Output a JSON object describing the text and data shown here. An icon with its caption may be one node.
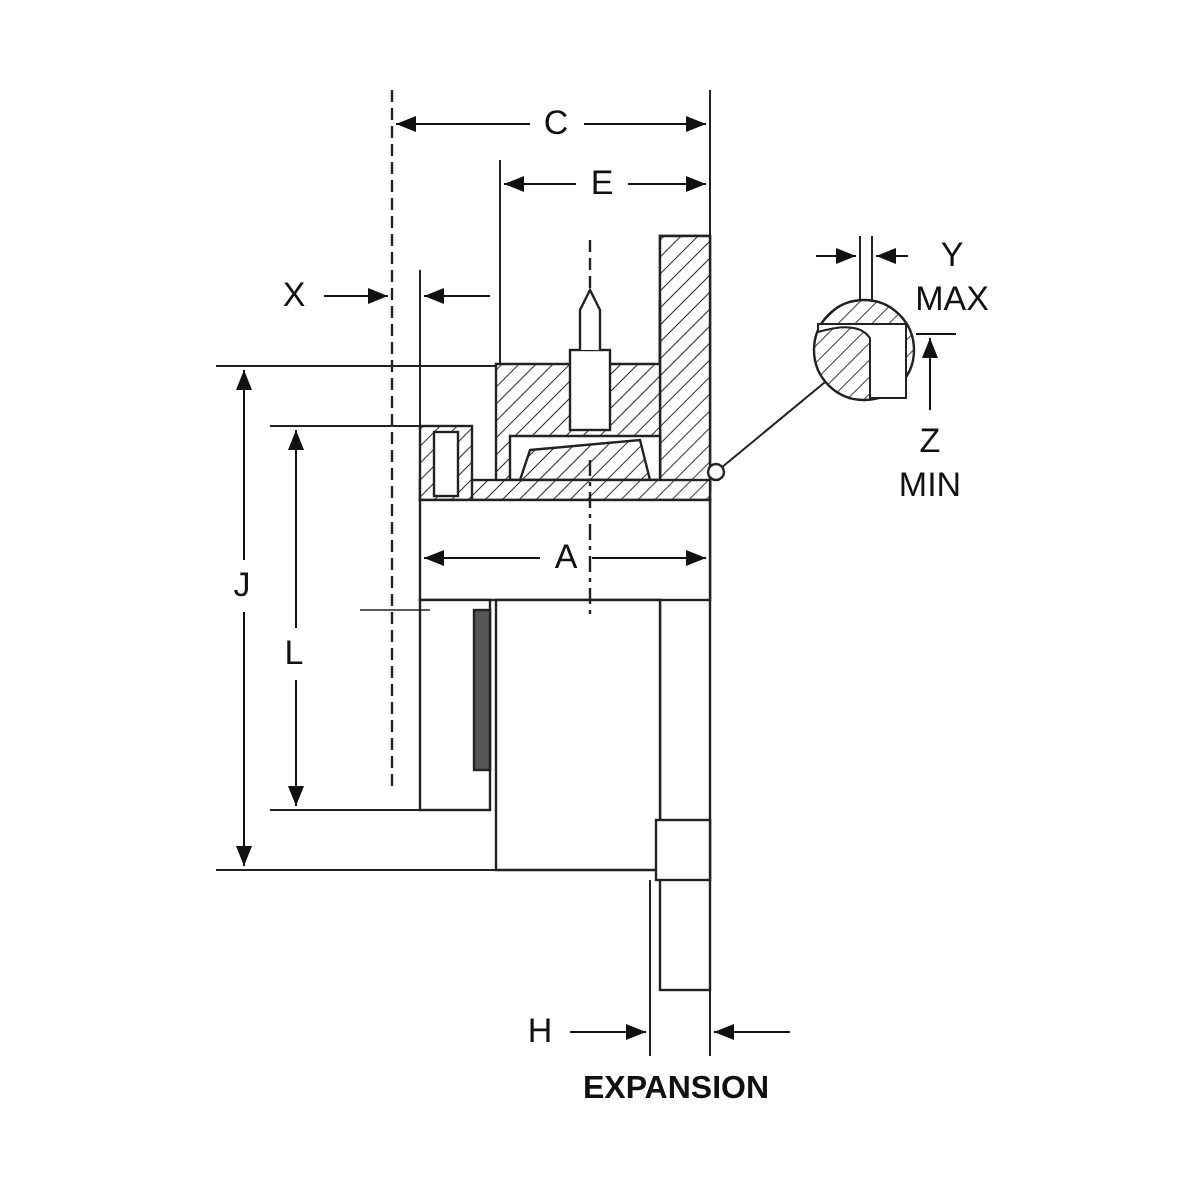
{
  "diagram": {
    "nodes": [
      {
        "text": [],
        "shape": "circle"
      },
      {
        "text": [],
        "shape": "circle"
      }
    ],
    "edges": [
      {
        "from": 0,
        "to": 1,
        "arrow": "none"
      }
    ],
    "labels": [
      "C",
      "E",
      "X",
      "Y MAX",
      "Z MIN",
      "J",
      "L",
      "A",
      "H",
      "EXPANSION"
    ]
  }
}
